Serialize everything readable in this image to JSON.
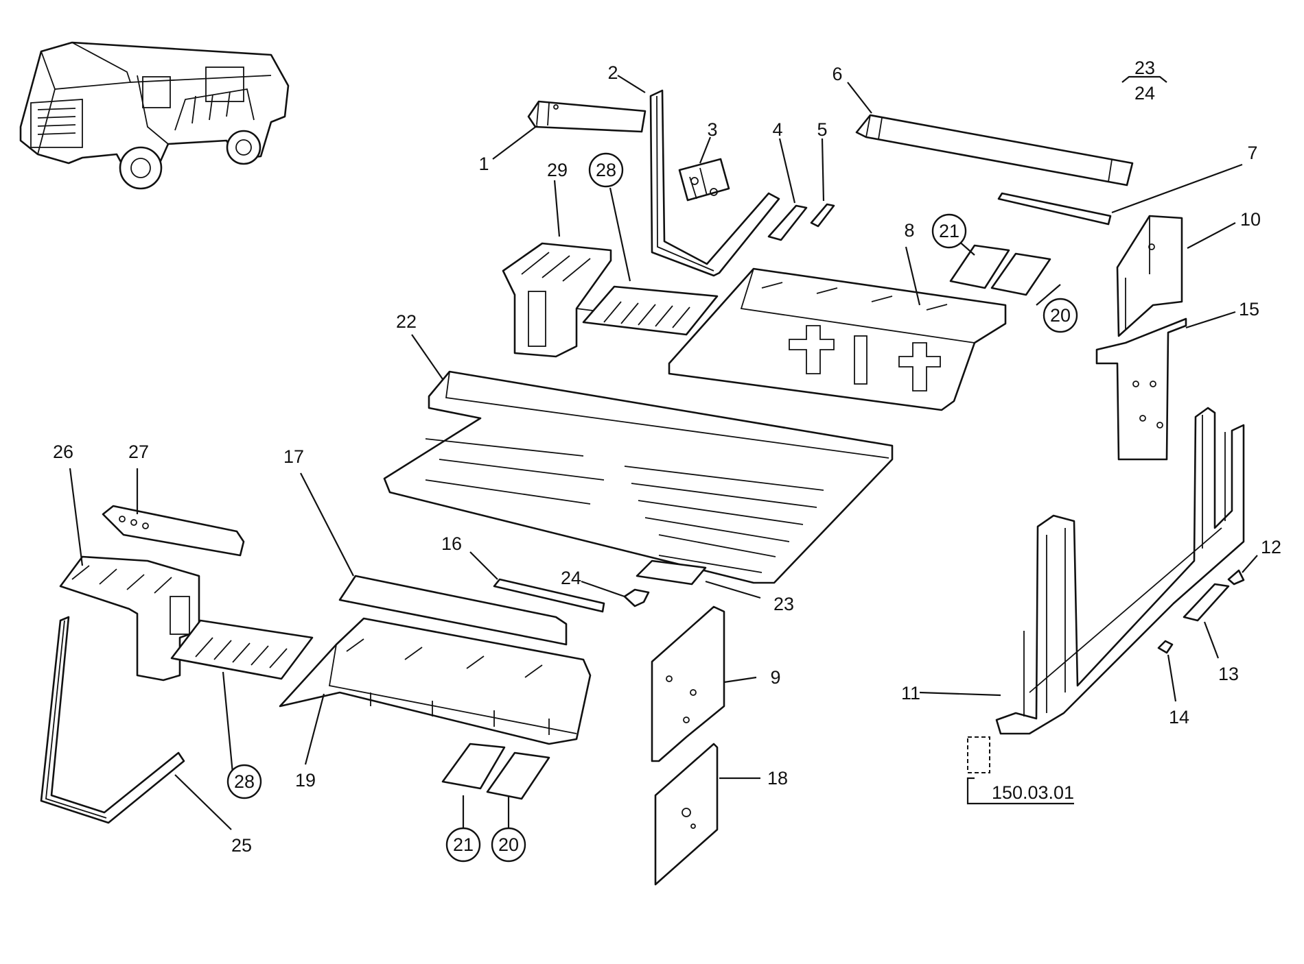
{
  "diagram": {
    "labels": {
      "l1": "1",
      "l2": "2",
      "l3": "3",
      "l4": "4",
      "l5": "5",
      "l6": "6",
      "l7": "7",
      "l8": "8",
      "l9": "9",
      "l10": "10",
      "l11": "11",
      "l12": "12",
      "l13": "13",
      "l14": "14",
      "l15": "15",
      "l16": "16",
      "l17": "17",
      "l18": "18",
      "l19": "19",
      "l20a": "20",
      "l20b": "20",
      "l21a": "21",
      "l21b": "21",
      "l22": "22",
      "l23": "23",
      "l24": "24",
      "l25": "25",
      "l26": "26",
      "l27": "27",
      "l28a": "28",
      "l28b": "28",
      "l29": "29",
      "l2324_top": "23",
      "l2324_bottom": "24",
      "ref": "150.03.01"
    }
  }
}
